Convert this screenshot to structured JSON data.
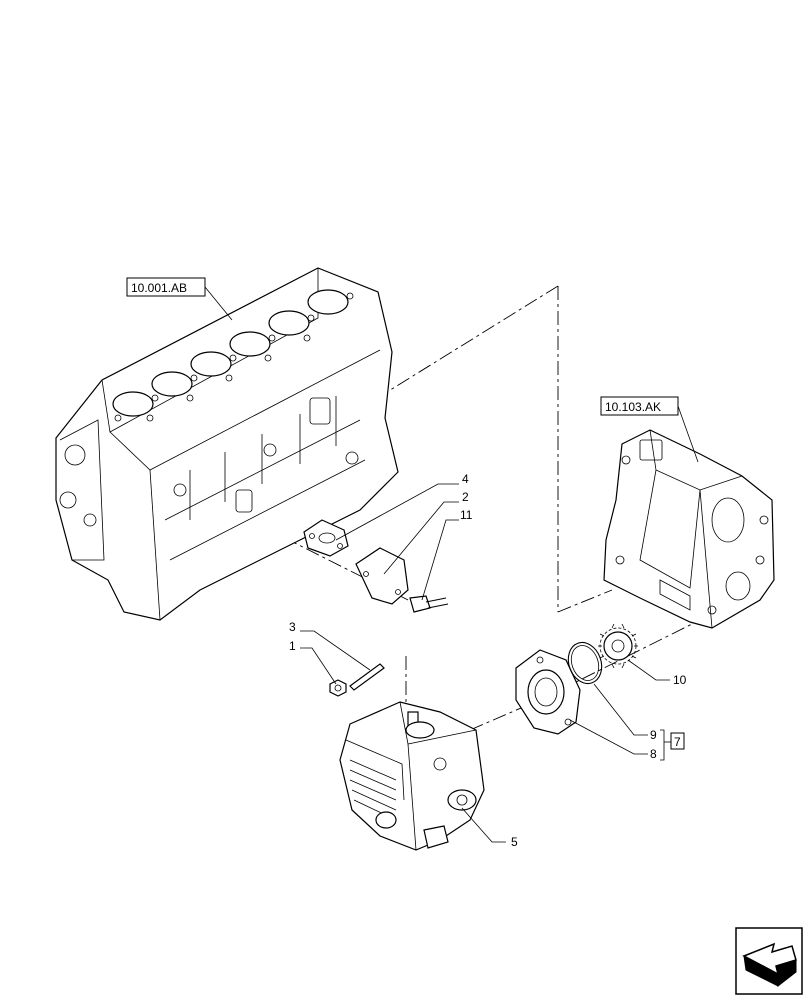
{
  "references": {
    "block": "10.001.AB",
    "cover": "10.103.AK"
  },
  "callouts": {
    "c1": "1",
    "c2": "2",
    "c3": "3",
    "c4": "4",
    "c5": "5",
    "c7": "7",
    "c8": "8",
    "c9": "9",
    "c10": "10",
    "c11": "11"
  },
  "nav_icon": "next-page-arrow-icon"
}
